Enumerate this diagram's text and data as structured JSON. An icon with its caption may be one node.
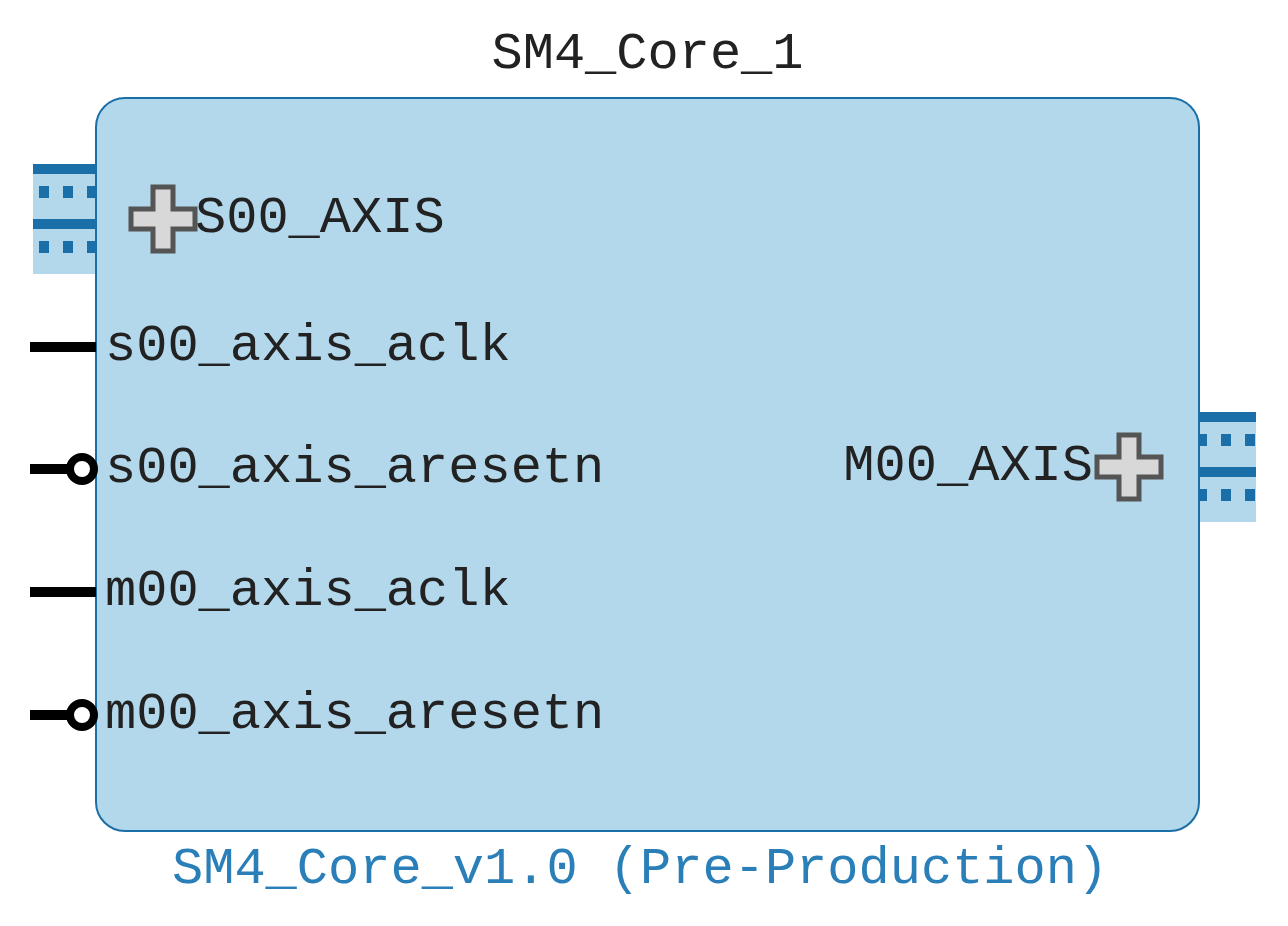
{
  "diagram": {
    "nodes": [
      {
        "text": [
          "SM4_Core_1"
        ],
        "beside": [
          "SM4_Core_v1.0 (Pre-Production)"
        ]
      },
      {
        "text": [
          "S00_AXIS"
        ],
        "in": 0
      },
      {
        "text": [
          "s00_axis_aclk"
        ],
        "in": 0
      },
      {
        "text": [
          "s00_axis_aresetn"
        ],
        "in": 0
      },
      {
        "text": [
          "m00_axis_aclk"
        ],
        "in": 0
      },
      {
        "text": [
          "m00_axis_aresetn"
        ],
        "in": 0
      },
      {
        "text": [
          "M00_AXIS"
        ],
        "in": 0
      }
    ],
    "edges": [
      {
        "from": null,
        "to": 1,
        "arrow": "none",
        "style": "thick"
      },
      {
        "from": null,
        "to": 2,
        "arrow": "none"
      },
      {
        "from": null,
        "to": 3,
        "arrow": "other"
      },
      {
        "from": null,
        "to": 4,
        "arrow": "none"
      },
      {
        "from": null,
        "to": 5,
        "arrow": "other"
      },
      {
        "from": 6,
        "to": null,
        "arrow": "none",
        "style": "thick"
      }
    ]
  }
}
